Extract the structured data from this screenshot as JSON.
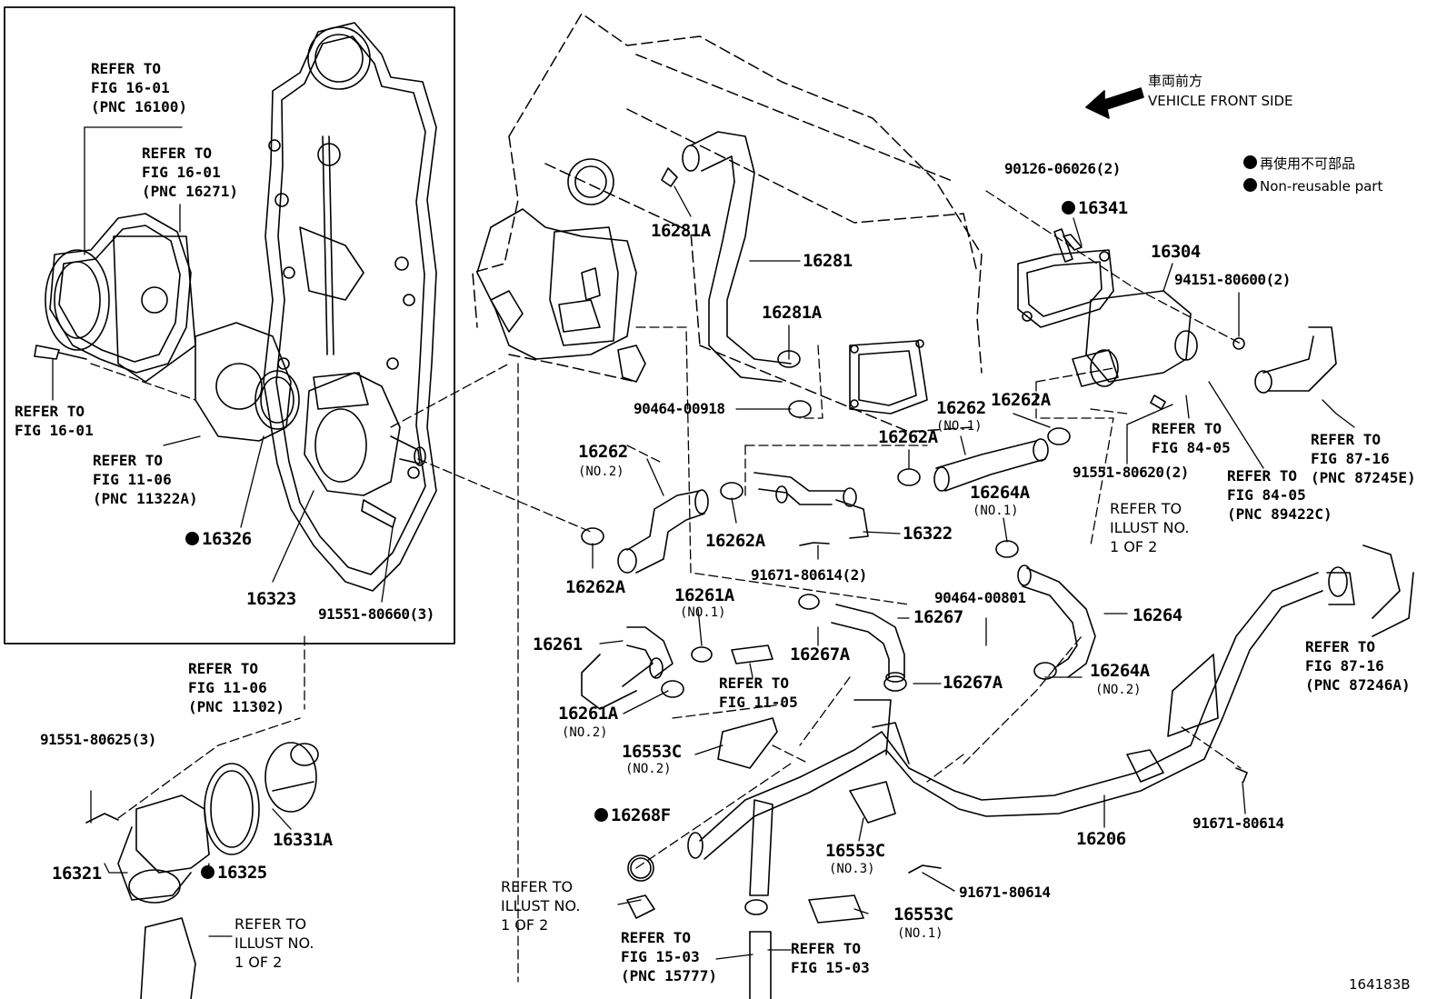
{
  "orientation": {
    "jp": "車両前方",
    "en": "VEHICLE FRONT SIDE"
  },
  "legend": {
    "jp": "再使用不可部品",
    "en": "Non-reusable part",
    "marker": "filled-circle"
  },
  "figure_id": "164183B",
  "parts": {
    "p16281A_top": "16281A",
    "p16281": "16281",
    "p16281A_mid": "16281A",
    "p90464_00918": "90464-00918",
    "p16262_no2": "16262",
    "p16262_no2_sub": "(NO.2)",
    "p16262A_left": "16262A",
    "p16262A_mid": "16262A",
    "p16322": "16322",
    "p91671_80614_2": "91671-80614(2)",
    "p16262_no1": "16262",
    "p16262_no1_sub": "(NO.1)",
    "p16262A_right": "16262A",
    "p16262A_rightb": "16262A",
    "p16264A_no1": "16264A",
    "p16264A_no1_sub": "(NO.1)",
    "p90126": "90126-06026(2)",
    "p16341": "16341",
    "p16304": "16304",
    "p94151": "94151-80600(2)",
    "p91551_80620": "91551-80620(2)",
    "p16261A_no1": "16261A",
    "p16261A_no1_sub": "(NO.1)",
    "p16261": "16261",
    "p16267": "16267",
    "p90464_00801": "90464-00801",
    "p16264": "16264",
    "p16267A_left": "16267A",
    "p16267A_right": "16267A",
    "p16264A_no2": "16264A",
    "p16264A_no2_sub": "(NO.2)",
    "p16261A_no2": "16261A",
    "p16261A_no2_sub": "(NO.2)",
    "p16553C_no2": "16553C",
    "p16553C_no2_sub": "(NO.2)",
    "p16268F": "16268F",
    "p16553C_no3": "16553C",
    "p16553C_no3_sub": "(NO.3)",
    "p91671_80614_a": "91671-80614",
    "p16553C_no1": "16553C",
    "p16553C_no1_sub": "(NO.1)",
    "p16206": "16206",
    "p91671_80614_b": "91671-80614",
    "p16326": "16326",
    "p16323": "16323",
    "p91551_80660": "91551-80660(3)",
    "p91551_80625": "91551-80625(3)",
    "p16321": "16321",
    "p16325": "16325",
    "p16331A": "16331A"
  },
  "refs": {
    "r_fig1601_16100": "REFER TO\nFIG 16-01\n(PNC 16100)",
    "r_fig1601_16271": "REFER TO\nFIG 16-01\n(PNC 16271)",
    "r_fig1601_bolt": "REFER TO\nFIG 16-01",
    "r_fig1106_11322A": "REFER TO\nFIG 11-06\n(PNC 11322A)",
    "r_fig1106_11302": "REFER TO\nFIG 11-06\n(PNC 11302)",
    "r_fig8405_a": "REFER TO\nFIG 84-05",
    "r_fig8405_b": "REFER TO\nFIG 84-05\n(PNC 89422C)",
    "r_fig8716_a": "REFER TO\nFIG 87-16\n(PNC 87245E)",
    "r_fig8716_b": "REFER TO\nFIG 87-16\n(PNC 87246A)",
    "r_illust_right": "REFER TO\nILLUST NO.\n1 OF 2",
    "r_fig1105": "REFER TO\nFIG 11-05",
    "r_illust_bottom": "REFER TO\nILLUST NO.\n1 OF 2",
    "r_fig1503_15777": "REFER TO\nFIG 15-03\n(PNC 15777)",
    "r_fig1503": "REFER TO\nFIG 15-03",
    "r_illust_left": "REFER TO\nILLUST NO.\n1 OF 2"
  }
}
